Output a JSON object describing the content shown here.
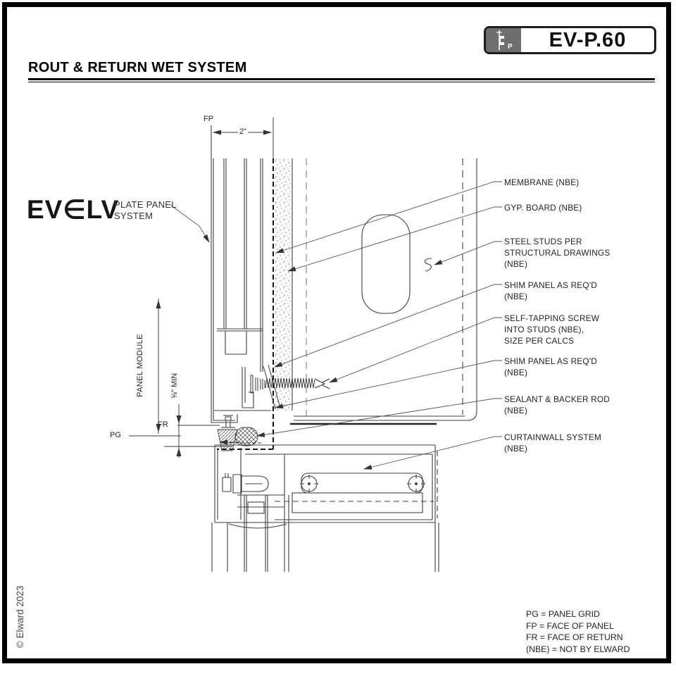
{
  "header": {
    "sheet_code": "EV-P.60",
    "badge_letter": "P",
    "title": "ROUT & RETURN WET SYSTEM"
  },
  "logo": {
    "brand_left": "EV",
    "brand_mid": "∈",
    "brand_right": "LV",
    "tagline": "PLATE PANEL\nSYSTEM"
  },
  "drawing": {
    "dim_fp": "FP",
    "dim_width": "2\"",
    "dim_panel_module": "PANEL MODULE",
    "dim_joint": "⅝\" MIN",
    "dim_fr": "FR",
    "dim_pg": "PG"
  },
  "callouts": [
    {
      "text": "MEMBRANE (NBE)"
    },
    {
      "text": "GYP. BOARD (NBE)"
    },
    {
      "text": "STEEL STUDS PER\nSTRUCTURAL DRAWINGS\n(NBE)"
    },
    {
      "text": "SHIM PANEL AS REQ'D\n(NBE)"
    },
    {
      "text": "SELF-TAPPING SCREW\nINTO STUDS (NBE),\nSIZE PER CALCS"
    },
    {
      "text": "SHIM PANEL AS REQ'D\n(NBE)"
    },
    {
      "text": "SEALANT & BACKER ROD\n(NBE)"
    },
    {
      "text": "CURTAINWALL SYSTEM\n(NBE)"
    }
  ],
  "legend": {
    "lines": [
      "PG = PANEL GRID",
      "FP = FACE OF PANEL",
      "FR = FACE OF RETURN",
      "(NBE) = NOT BY ELWARD"
    ]
  },
  "footer": {
    "copyright": "© Elward 2023"
  }
}
